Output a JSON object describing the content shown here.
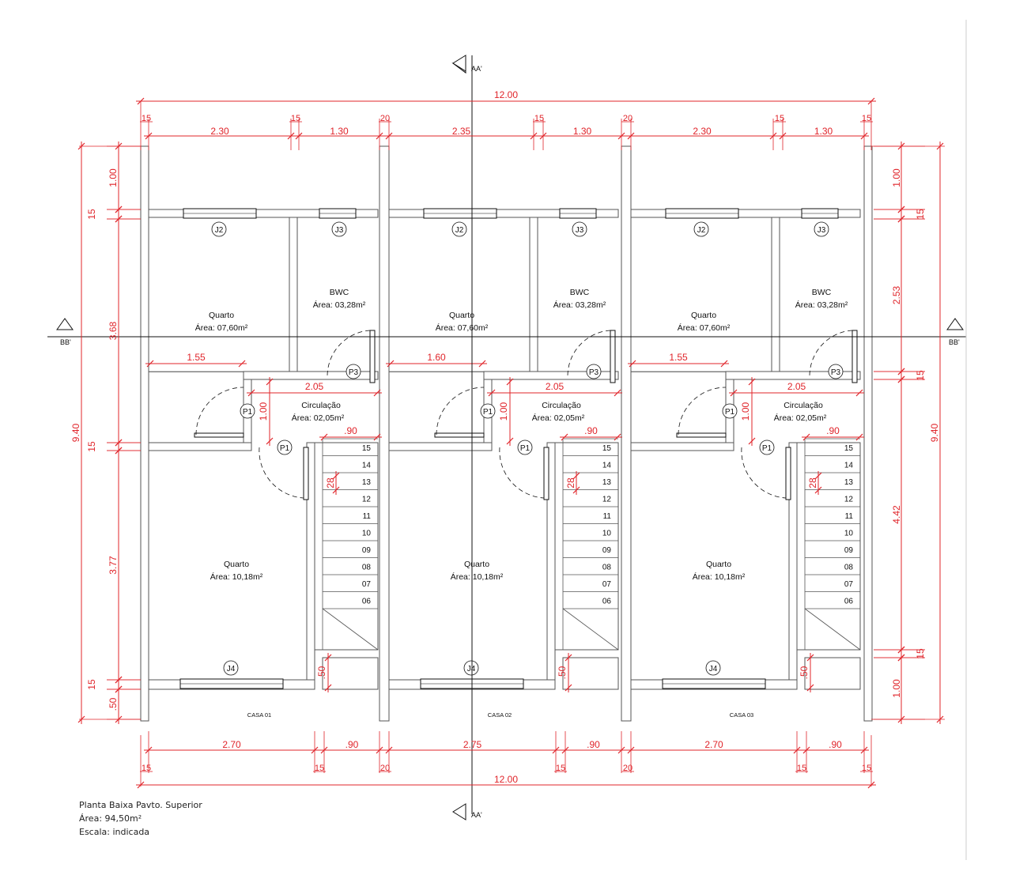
{
  "section_marks": {
    "aa": "AA'",
    "bb": "BB'"
  },
  "dims_top": {
    "total": "12.00",
    "segments": [
      "2.30",
      "1.30",
      "2.35",
      "1.30",
      "2.30",
      "1.30"
    ],
    "walls": [
      "15",
      "15",
      "20",
      "15",
      "20",
      "15",
      "15"
    ]
  },
  "dims_bottom": {
    "total": "12.00",
    "segments": [
      "2.70",
      ".90",
      "2.75",
      ".90",
      "2.70",
      ".90"
    ],
    "walls": [
      "15",
      "15",
      "20",
      "15",
      "20",
      "15",
      "15"
    ]
  },
  "dims_left": {
    "total": "9.40",
    "parts": [
      "1.00",
      "15",
      "3.68",
      "15",
      "3.77",
      "15",
      ".50"
    ]
  },
  "dims_right": {
    "total": "9.40",
    "parts": [
      "1.00",
      "15",
      "2.53",
      "15",
      "4.42",
      "15",
      "1.00"
    ]
  },
  "houses": [
    {
      "name": "CASA 01",
      "quarto_top_area": "Área: 07,60m²",
      "bwc_area": "Área: 03,28m²",
      "circ_area": "Área: 02,05m²",
      "quarto_bottom_area": "Área: 10,18m²",
      "dim_155": "1.55"
    },
    {
      "name": "CASA 02",
      "quarto_top_area": "Área: 07,60m²",
      "bwc_area": "Área: 03,28m²",
      "circ_area": "Área: 02,05m²",
      "quarto_bottom_area": "Área: 10,18m²",
      "dim_155": "1.60"
    },
    {
      "name": "CASA 03",
      "quarto_top_area": "Área: 07,60m²",
      "bwc_area": "Área: 03,28m²",
      "circ_area": "Área: 02,05m²",
      "quarto_bottom_area": "Área: 10,18m²",
      "dim_155": "1.55"
    }
  ],
  "labels": {
    "quarto": "Quarto",
    "bwc": "BWC",
    "circulacao": "Circulação",
    "j2": "J2",
    "j3": "J3",
    "j4": "J4",
    "p1": "P1",
    "p3": "P3",
    "circ_width": "2.05",
    "circ_height": "1.00",
    "stair_width": ".90",
    "tread": "28",
    "landing": ".50",
    "steps": [
      "15",
      "14",
      "13",
      "12",
      "11",
      "10",
      "09",
      "08",
      "07",
      "06"
    ]
  },
  "caption": {
    "title": "Planta Baixa Pavto. Superior",
    "area": "Área: 94,50m²",
    "scale": "Escala: indicada"
  }
}
